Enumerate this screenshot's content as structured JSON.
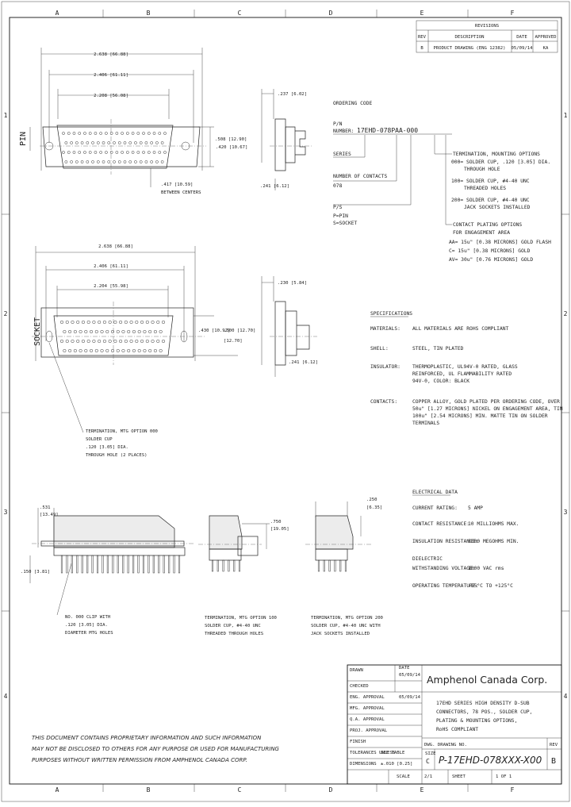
{
  "zones": {
    "top": [
      "A",
      "B",
      "C",
      "D",
      "E",
      "F"
    ],
    "bottom": [
      "A",
      "B",
      "C",
      "D",
      "E",
      "F"
    ],
    "left": [
      "1",
      "2",
      "3",
      "4"
    ],
    "right": [
      "1",
      "2",
      "3",
      "4"
    ]
  },
  "revisions": {
    "title": "REVISIONS",
    "headers": [
      "REV",
      "DESCRIPTION",
      "DATE",
      "APPROVED"
    ],
    "rows": [
      [
        "B",
        "PRODUCT DRAWING (ENG 12382)",
        "05/09/14",
        "KA"
      ]
    ]
  },
  "pin_view": {
    "label": "PIN",
    "dim_overall": "2.638 [66.88]",
    "dim_mid": "2.406 [61.11]",
    "dim_inner": "2.208 [56.08]",
    "dim_height": ".508 [12.90]",
    "dim_side": ".420 [10.67]",
    "dim_rows": ".417 [10.59]",
    "rows_note": "BETWEEN CENTERS",
    "dim_depth": ".237 [6.02]",
    "dim_shell": ".241 [6.12]"
  },
  "socket_view": {
    "label": "SOCKET",
    "dim_overall": "2.638 [66.88]",
    "dim_mid": "2.406 [61.11]",
    "dim_inner": "2.204 [55.98]",
    "dim_a": ".430 [10.92]",
    "dim_b": ".500 [12.70]",
    "dim_b_short": "[12.70]",
    "dim_depth": ".230 [5.84]",
    "dim_shell": ".241 [6.12]"
  },
  "ordering": {
    "title": "ORDERING CODE",
    "part_label": "P/N",
    "part_series": "NUMBER:",
    "part_number": "17EHD-078PAA-000",
    "series_label": "SERIES",
    "contacts_label": "NUMBER OF CONTACTS",
    "contacts_value": "078",
    "pin_sock_label": "P/S",
    "pin_value": "P=PIN",
    "socket_value": "S=SOCKET",
    "termination_title": "TERMINATION, MOUNTING OPTIONS",
    "termination_options": [
      "000= SOLDER CUP, .120 [3.05] DIA.",
      "THROUGH HOLE",
      "100= SOLDER CUP, #4-40 UNC",
      "THREADED HOLES",
      "200= SOLDER CUP, #4-40 UNC",
      "JACK SOCKETS INSTALLED"
    ],
    "plating_title": "CONTACT PLATING OPTIONS",
    "plating_subtitle": "FOR ENGAGEMENT AREA",
    "plating_options": [
      "AA= 15u\" [0.38 MICRONS] GOLD FLASH",
      "C= 15u\" [0.38 MICRONS] GOLD",
      "AV= 30u\" [0.76 MICRONS] GOLD"
    ]
  },
  "specifications": {
    "title": "SPECIFICATIONS",
    "rows": [
      {
        "label": "MATERIALS:",
        "lines": [
          "ALL MATERIALS ARE ROHS COMPLIANT"
        ]
      },
      {
        "label": "SHELL:",
        "lines": [
          "STEEL, TIN PLATED"
        ]
      },
      {
        "label": "INSULATOR:",
        "lines": [
          "THERMOPLASTIC, UL94V-0 RATED, GLASS",
          "REINFORCED, UL FLAMMABILITY RATED",
          "94V-0, COLOR: BLACK"
        ]
      },
      {
        "label": "CONTACTS:",
        "lines": [
          "COPPER ALLOY, GOLD PLATED PER ORDERING CODE, OVER",
          "50u\" [1.27 MICRONS] NICKEL ON ENGAGEMENT AREA, TIN",
          "100u\" [2.54 MICRONS] MIN. MATTE TIN ON SOLDER",
          "TERMINALS"
        ]
      }
    ]
  },
  "electrical": {
    "title": "ELECTRICAL DATA",
    "rows": [
      {
        "label": "CURRENT RATING:",
        "value": "5 AMP"
      },
      {
        "label": "CONTACT RESISTANCE:",
        "value": "10 MILLIOHMS MAX."
      },
      {
        "label": "INSULATION RESISTANCE:",
        "value": "5000 MEGOHMS MIN."
      },
      {
        "label": "DIELECTRIC",
        "value": ""
      },
      {
        "label": "WITHSTANDING VOLTAGE:",
        "value": "1000 VAC rms"
      },
      {
        "label": "OPERATING TEMPERATURE:",
        "value": "-55°C TO +125°C"
      }
    ]
  },
  "socket_notes": {
    "termination": [
      "TERMINATION, MTG OPTION 000",
      "SOLDER CUP",
      ".120 [3.05] DIA.",
      "THROUGH HOLE (2 PLACES)"
    ],
    "side_a": [
      "NO. 000 CLIP WITH",
      ".120 [3.05] DIA.",
      "DIAMETER MTG HOLES"
    ],
    "side_b": [
      "TERMINATION, MTG OPTION 100",
      "SOLDER CUP, #4-40 UNC",
      "THREADED THROUGH HOLES"
    ],
    "side_c": [
      "TERMINATION, MTG OPTION 200",
      "SOLDER CUP, #4-40 UNC WITH",
      "JACK SOCKETS INSTALLED"
    ],
    "dim_side1": ".531",
    "dim_side1b": "[13.49]",
    "dim_side2": ".750",
    "dim_side2b": "[19.05]",
    "dim_side3": ".250",
    "dim_side3b": "[6.35]",
    "dim_tail": ".150 [3.81]"
  },
  "notice": [
    "THIS DOCUMENT CONTAINS PROPRIETARY INFORMATION AND SUCH INFORMATION",
    "MAY NOT BE DISCLOSED TO OTHERS FOR ANY PURPOSE OR USED FOR MANUFACTURING",
    "PURPOSES WITHOUT WRITTEN PERMISSION FROM AMPHENOL CANADA CORP."
  ],
  "title_block": {
    "company": "Amphenol Canada Corp.",
    "title_lines": [
      "17EHD SERIES HIGH DENSITY D-SUB",
      "CONNECTORS, 78 POS., SOLDER CUP,",
      "PLATING & MOUNTING OPTIONS,",
      "RoHS COMPLIANT"
    ],
    "cells": {
      "drawn": "DRAWN",
      "date_label": "DATE",
      "date_value": "05/09/14",
      "checked": "CHECKED",
      "eng": "ENG. APPROVAL",
      "eng_date": "05/09/14",
      "mfg": "MFG. APPROVAL",
      "qa": "Q.A. APPROVAL",
      "proj": "PROJ. APPROVAL",
      "finish": "FINISH",
      "finish_val": "SEE TABLE",
      "tolerances": "TOLERANCES UNLESS",
      "tol_val": "±.010 [0.25]",
      "dims": "DIMENSIONS",
      "size": "SIZE",
      "size_val": "C",
      "dwg_label": "DWG. DRAWING NO.",
      "part_number": "P-17EHD-078XXX-X00",
      "rev_label": "REV",
      "rev_val": "B",
      "scale_label": "SCALE",
      "scale_val": "2/1",
      "sheet_label": "SHEET",
      "sheet_val": "1 OF 1"
    }
  }
}
